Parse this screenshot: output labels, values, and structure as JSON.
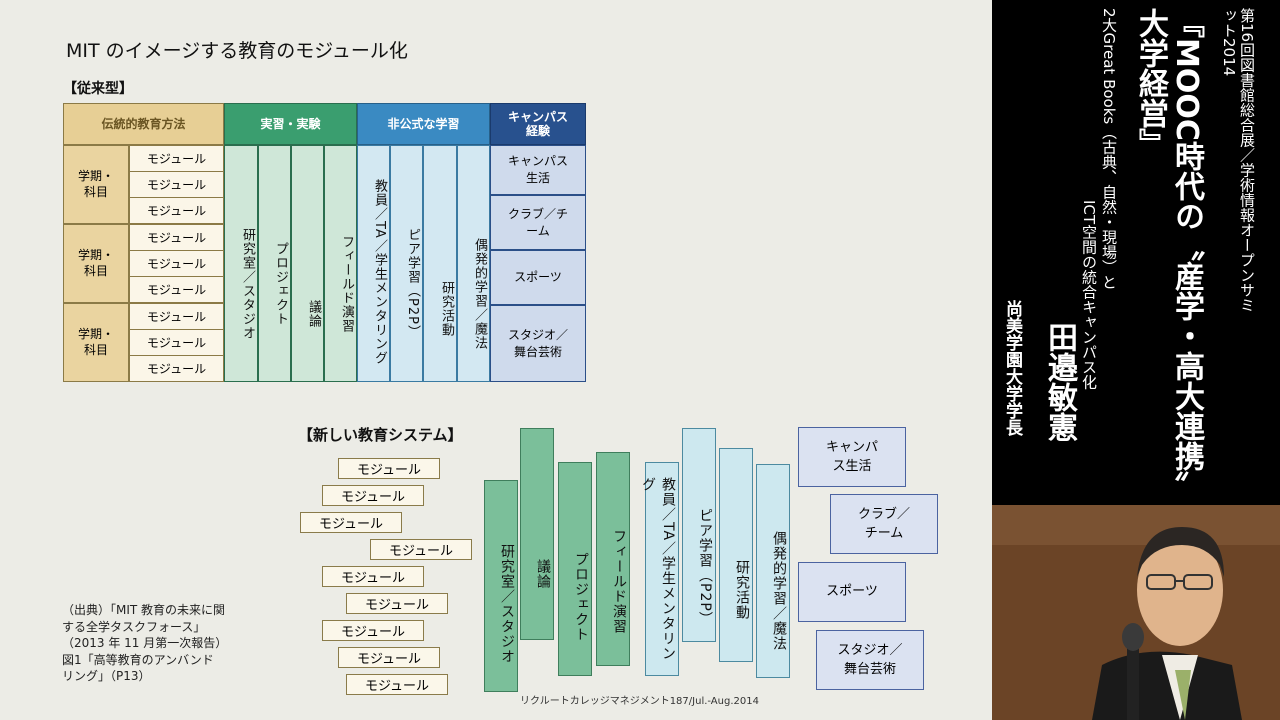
{
  "slide": {
    "title": "MIT のイメージする教育のモジュール化",
    "old_section": "【従来型】",
    "new_section": "【新しい教育システム】",
    "headers": [
      "伝統的教育方法",
      "実習・実験",
      "非公式な学習",
      "キャンパス経験"
    ],
    "term_label": "学期・科目",
    "module_label": "モジュール",
    "practice_cols": [
      "研究室／スタジオ",
      "プロジェクト",
      "議論",
      "フィールド演習"
    ],
    "informal_cols": [
      "教員／TA／学生メンタリング",
      "ピア学習（P2P）",
      "研究活動",
      "偶発的学習／魔法"
    ],
    "campus_items": [
      "キャンパス生活",
      "クラブ／チーム",
      "スポーツ",
      "スタジオ／舞台芸術"
    ],
    "new_practice": [
      "研究室／スタジオ",
      "議論",
      "プロジェクト",
      "フィールド演習"
    ],
    "new_informal": [
      "教員／TA／学生メンタリング",
      "ピア学習（P2P）",
      "研究活動",
      "偶発的学習／魔法"
    ],
    "new_campus": [
      "キャンパス生活",
      "クラブ／チーム",
      "スポーツ",
      "スタジオ／舞台芸術"
    ],
    "source_note": [
      "（出典）「MIT 教育の未来に関",
      "する全学タスクフォース」",
      "（2013 年 11 月第一次報告）",
      "図1「高等教育のアンバンド",
      "リング」（P13）"
    ],
    "credit": "リクルートカレッジマネジメント187/Jul.-Aug.2014"
  },
  "side": {
    "event": "第16回図書館総合展／学術情報オープンサミット2014",
    "main_title": "『MOOC時代の〝産学・高大連携〟大学経営』",
    "subtitle_1": "2大Great Books（古典、自然・現場）と",
    "subtitle_2": "ICT空間の統合キャンパス化",
    "speaker": "田邉敏憲",
    "affiliation": "尚美学園大学学長"
  }
}
